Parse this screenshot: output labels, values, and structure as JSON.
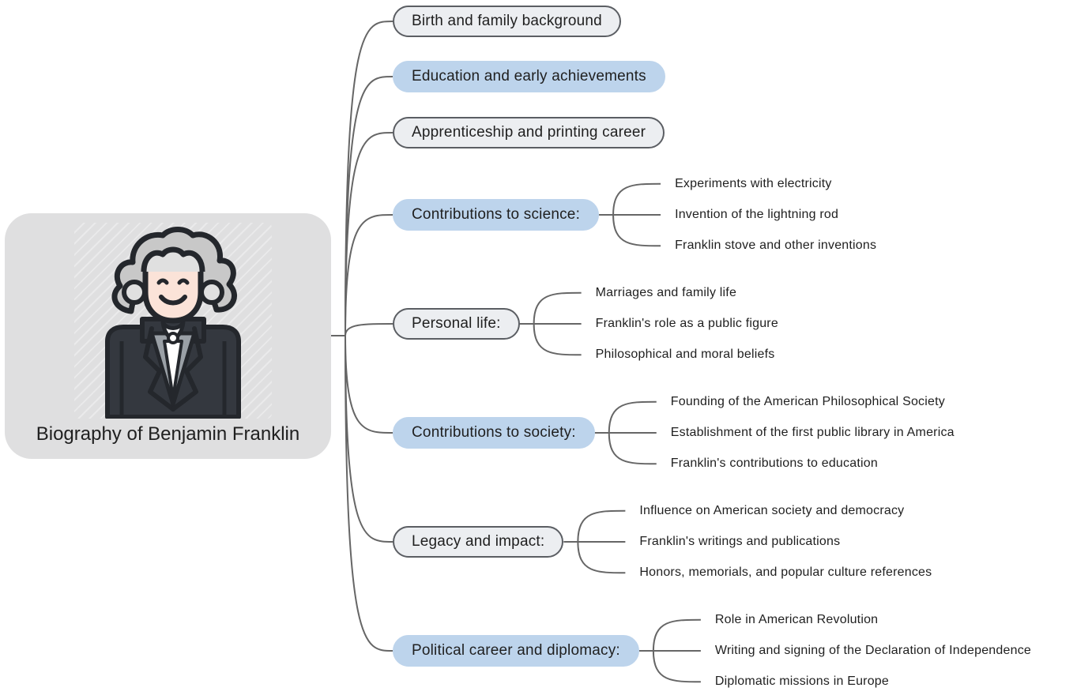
{
  "root": {
    "title": "Biography of Benjamin Franklin",
    "icon": "benjamin-franklin-portrait-icon"
  },
  "colors": {
    "outline_topic_bg": "#eceef1",
    "filled_topic_bg": "#bdd4ec",
    "edge": "#666666",
    "root_bg": "#dfdfe0"
  },
  "topics": [
    {
      "label": "Birth and family background",
      "style": "outline",
      "children": []
    },
    {
      "label": "Education and early achievements",
      "style": "filled",
      "children": []
    },
    {
      "label": "Apprenticeship and printing career",
      "style": "outline",
      "children": []
    },
    {
      "label": "Contributions to science:",
      "style": "filled",
      "children": [
        "Experiments with electricity",
        "Invention of the lightning rod",
        "Franklin stove and other inventions"
      ]
    },
    {
      "label": "Personal life:",
      "style": "outline",
      "children": [
        "Marriages and family life",
        "Franklin's role as a public figure",
        "Philosophical and moral beliefs"
      ]
    },
    {
      "label": "Contributions to society:",
      "style": "filled",
      "children": [
        "Founding of the American Philosophical Society",
        "Establishment of the first public library in America",
        "Franklin's contributions to education"
      ]
    },
    {
      "label": "Legacy and impact:",
      "style": "outline",
      "children": [
        "Influence on American society and democracy",
        "Franklin's writings and publications",
        "Honors, memorials, and popular culture references"
      ]
    },
    {
      "label": "Political career and diplomacy:",
      "style": "filled",
      "children": [
        "Role in American Revolution",
        "Writing and signing of the Declaration of Independence",
        "Diplomatic missions in Europe"
      ]
    }
  ]
}
